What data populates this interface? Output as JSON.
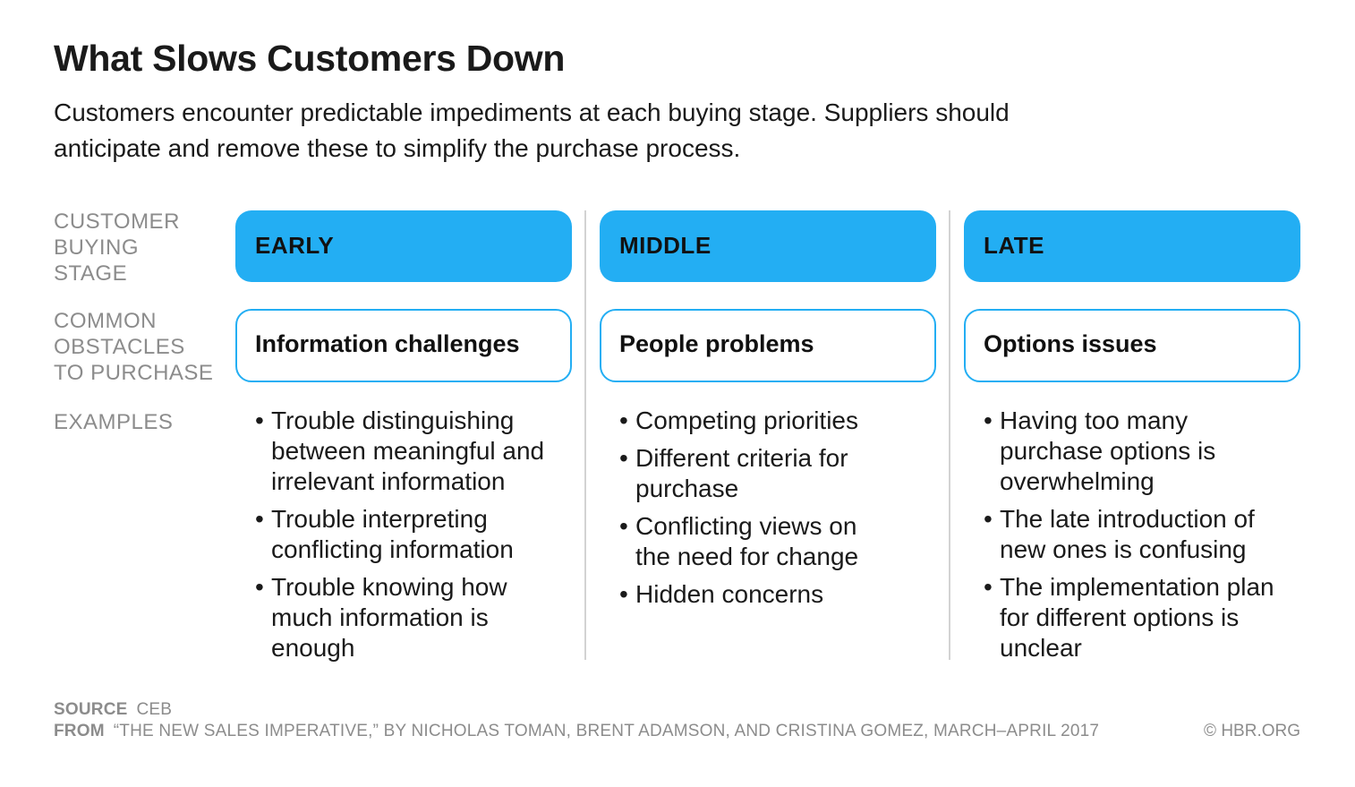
{
  "title": "What Slows Customers Down",
  "subtitle": "Customers encounter predictable impediments at each buying stage. Suppliers should anticipate and remove these to simplify the purchase process.",
  "row_labels": {
    "stage": [
      "CUSTOMER",
      "BUYING",
      "STAGE"
    ],
    "obstacles": [
      "COMMON",
      "OBSTACLES",
      "TO PURCHASE"
    ],
    "examples": "EXAMPLES"
  },
  "columns": [
    {
      "stage": "EARLY",
      "obstacle": "Information challenges",
      "examples": [
        "Trouble distinguishing between meaningful and irrelevant information",
        "Trouble interpreting conflicting information",
        "Trouble knowing how much information is enough"
      ]
    },
    {
      "stage": "MIDDLE",
      "obstacle": "People problems",
      "examples": [
        "Competing priorities",
        "Different criteria for purchase",
        "Conflicting views on the need for change",
        "Hidden concerns"
      ]
    },
    {
      "stage": "LATE",
      "obstacle": "Options issues",
      "examples": [
        "Having too many purchase options is overwhelming",
        "The late introduction of new ones is confusing",
        "The implementation plan for different options is unclear"
      ]
    }
  ],
  "footer": {
    "source_label": "SOURCE",
    "source_value": "CEB",
    "from_label": "FROM",
    "from_value": "“THE NEW SALES IMPERATIVE,” BY NICHOLAS TOMAN, BRENT ADAMSON, AND CRISTINA GOMEZ, MARCH–APRIL 2017",
    "copyright": "© HBR.ORG"
  },
  "colors": {
    "accent": "#23aef3",
    "label_gray": "#8c8c8c",
    "divider": "#d3d3d3"
  }
}
